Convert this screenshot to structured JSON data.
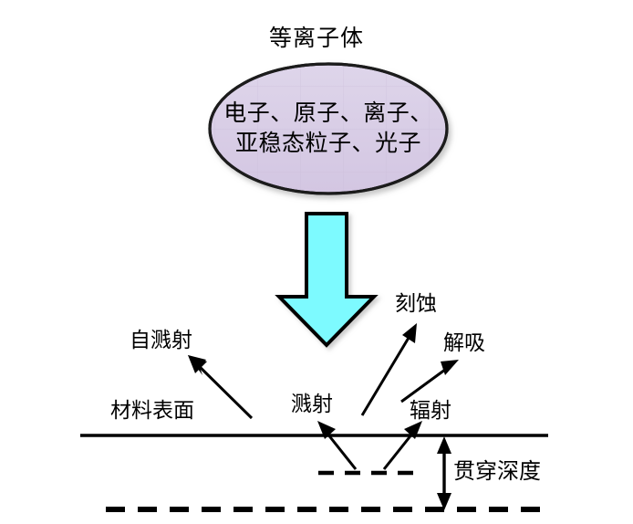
{
  "diagram": {
    "title": "等离子体",
    "plasma_species": {
      "line1": "电子、原子、离子、",
      "line2": "亚稳态粒子、光子"
    },
    "labels": {
      "self_sputtering": "自溅射",
      "etching": "刻蚀",
      "desorption": "解吸",
      "material_surface": "材料表面",
      "sputtering": "溅射",
      "radiation": "辐射",
      "penetration_depth": "贯穿深度"
    },
    "colors": {
      "ellipse_fill": "#d9cee6",
      "ellipse_stroke": "#1a1a1a",
      "arrow_fill": "#7dfaff",
      "arrow_stroke": "#000000",
      "line_color": "#000000",
      "text_color": "#000000",
      "background": "#ffffff"
    }
  }
}
